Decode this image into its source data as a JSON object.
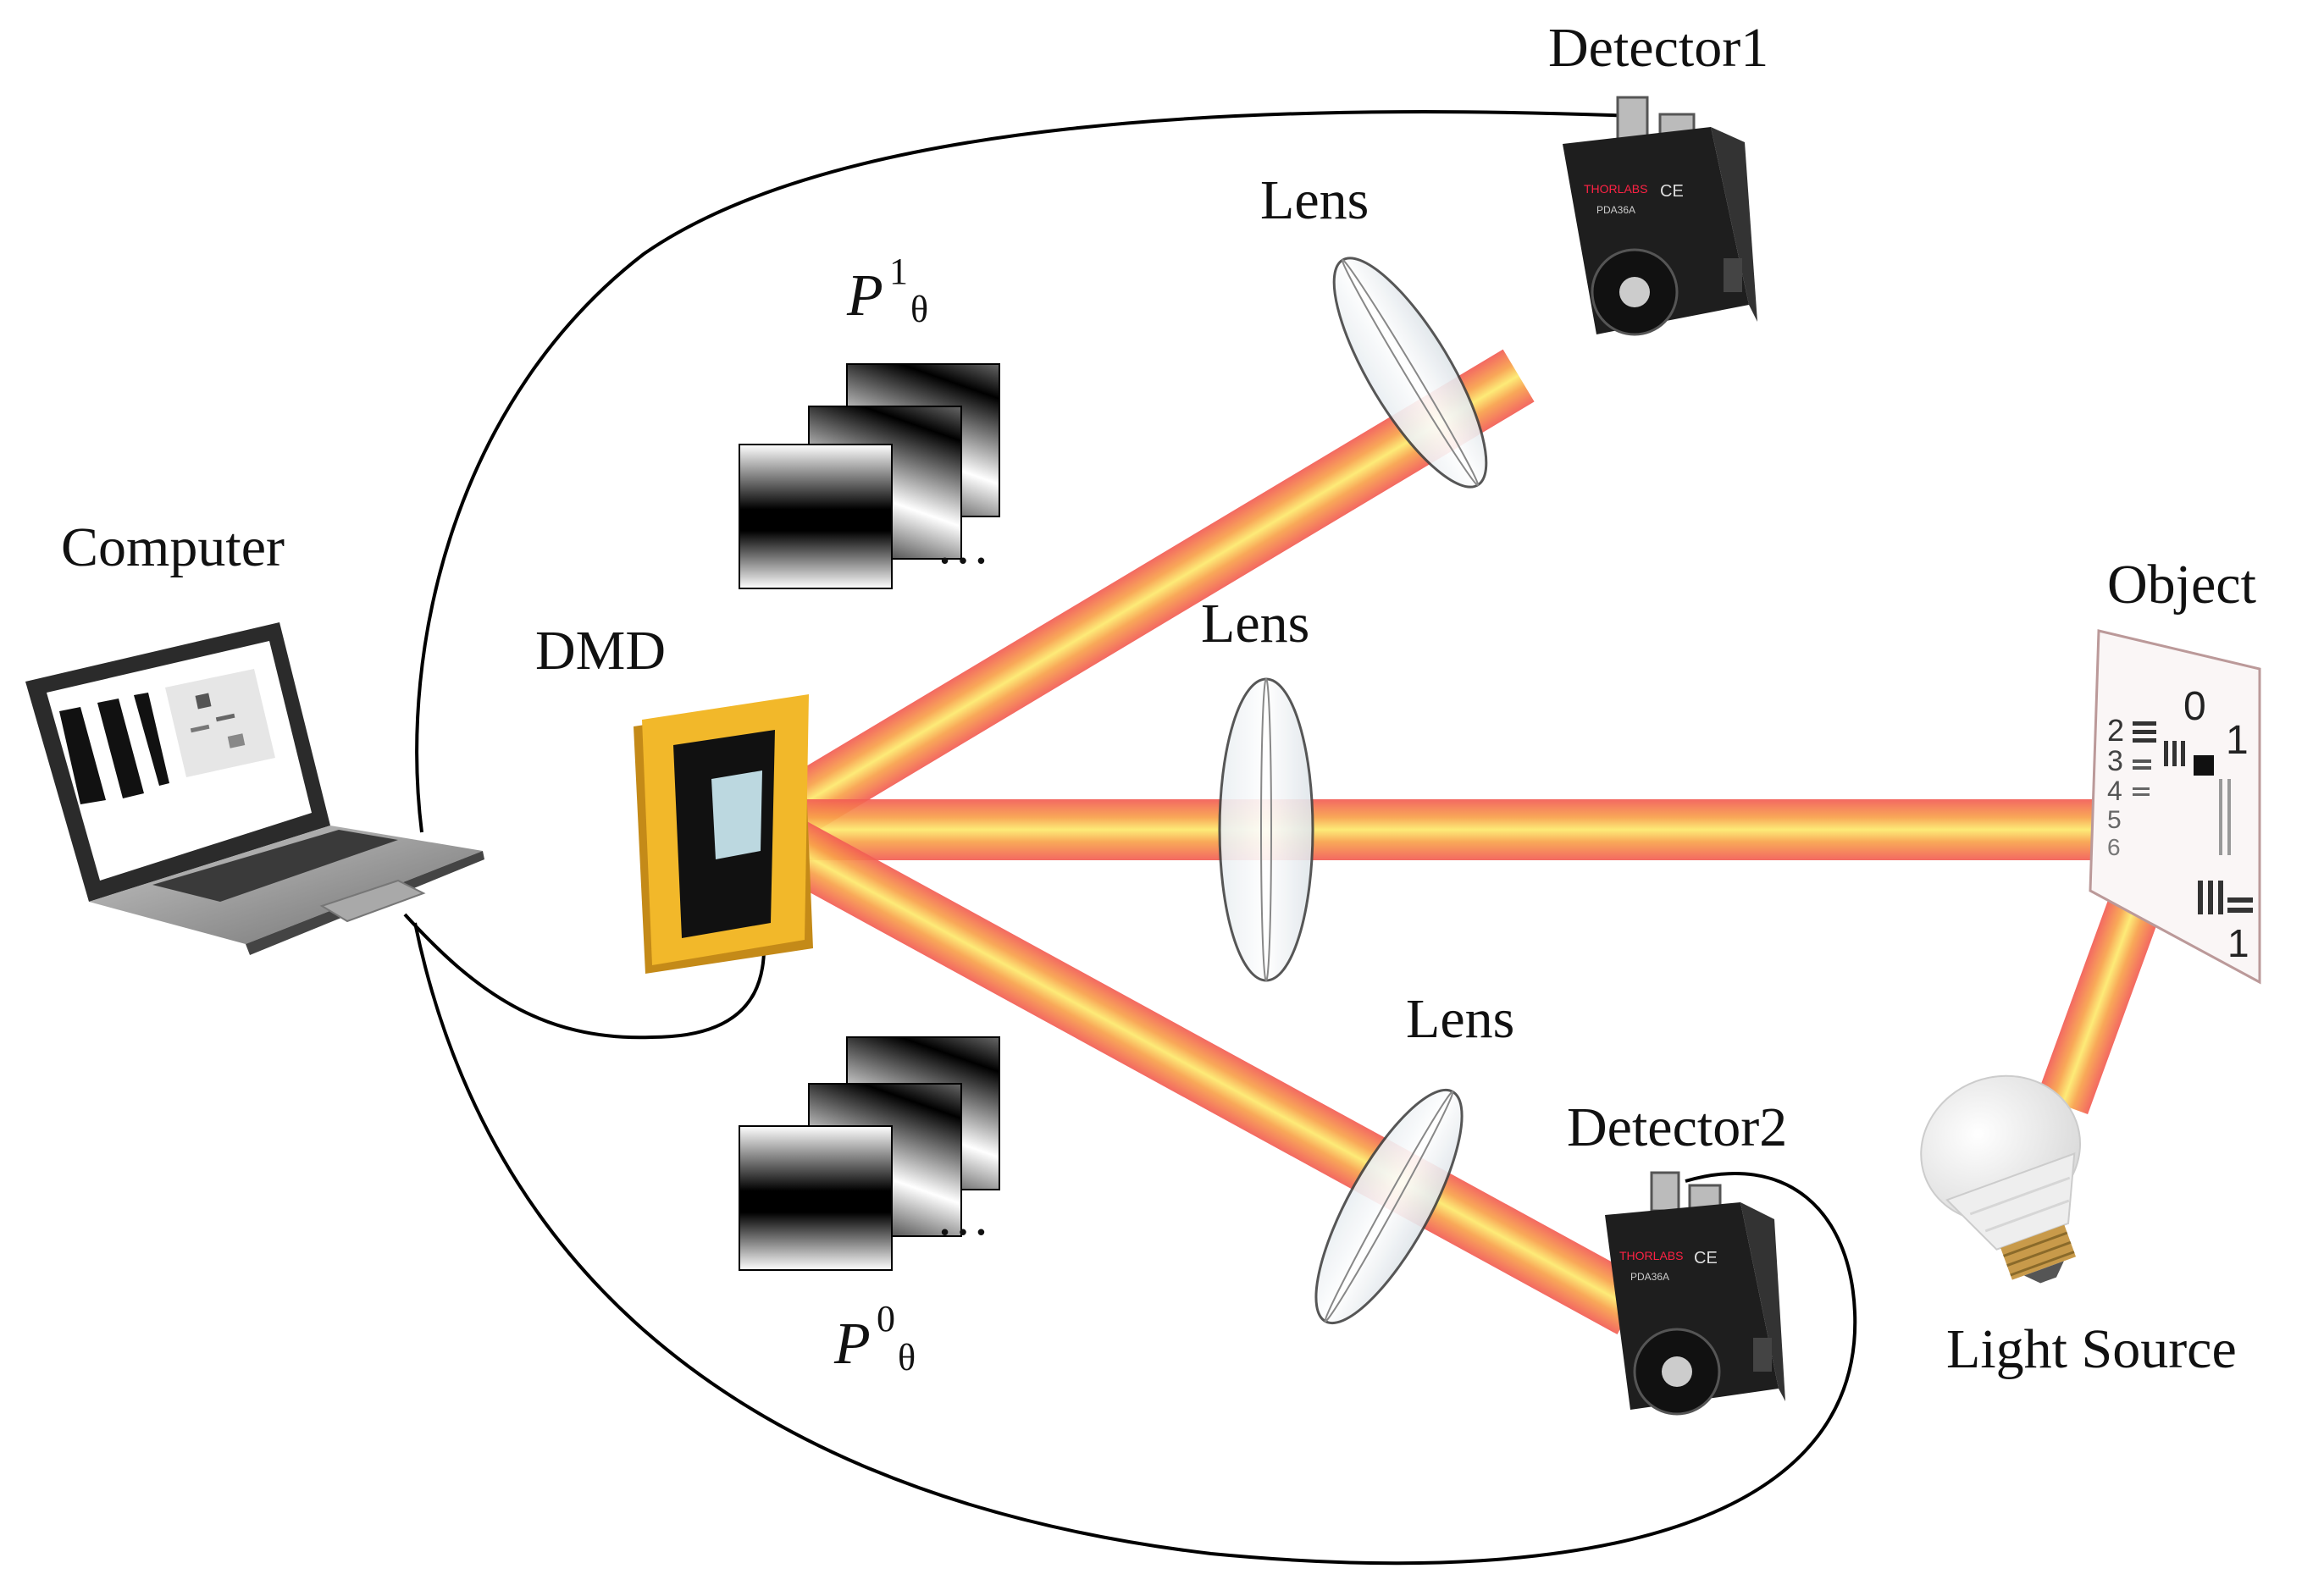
{
  "labels": {
    "computer": "Computer",
    "dmd": "DMD",
    "detector1": "Detector1",
    "detector2": "Detector2",
    "lens_top": "Lens",
    "lens_middle": "Lens",
    "lens_bottom": "Lens",
    "object": "Object",
    "light_source": "Light Source"
  },
  "patterns": {
    "top": {
      "base": "P",
      "sup": "1",
      "sub": "θ",
      "ellipsis": "…"
    },
    "bottom": {
      "base": "P",
      "sup": "0",
      "sub": "θ",
      "ellipsis": "…"
    }
  },
  "object_target": {
    "group_top": "0",
    "group_right": "1",
    "elements_left": [
      "2",
      "3",
      "4",
      "5",
      "6"
    ],
    "element_bottom_right": "1"
  },
  "detector_marks": {
    "brand": "THORLABS",
    "ce": "CE",
    "model": "PDA36A"
  },
  "colors": {
    "beam_core": "#fde56a",
    "beam_edge": "#f36a5c",
    "dmd_frame": "#f2b82a",
    "wire": "#000000"
  }
}
